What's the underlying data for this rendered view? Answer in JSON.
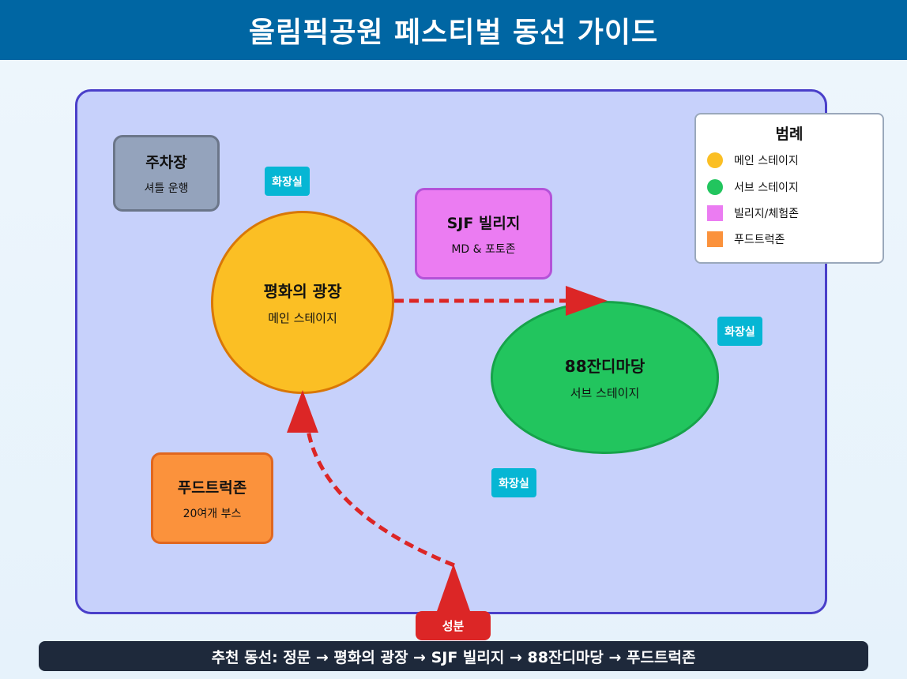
{
  "header": {
    "title": "올림픽공원 페스티벌 동선 가이드"
  },
  "zones": {
    "parking": {
      "title": "주차장",
      "subtitle": "셔틀 운행"
    },
    "main_stage": {
      "title": "평화의 광장",
      "subtitle": "메인 스테이지"
    },
    "village": {
      "title": "SJF 빌리지",
      "subtitle": "MD & 포토존"
    },
    "sub_stage": {
      "title": "88잔디마당",
      "subtitle": "서브 스테이지"
    },
    "food": {
      "title": "푸드트럭존",
      "subtitle": "20여개 부스"
    }
  },
  "toilets": [
    "화장실",
    "화장실",
    "화장실"
  ],
  "legend": {
    "title": "범례",
    "items": [
      {
        "label": "메인 스테이지",
        "color": "#fbbf24",
        "shape": "circle"
      },
      {
        "label": "서브 스테이지",
        "color": "#22c55e",
        "shape": "circle"
      },
      {
        "label": "빌리지/체험존",
        "color": "#eb7cf2",
        "shape": "square"
      },
      {
        "label": "푸드트럭존",
        "color": "#fb923c",
        "shape": "square"
      }
    ]
  },
  "gate": {
    "label": "성분"
  },
  "footer": {
    "route": "추천 동선: 정문 → 평화의 광장 → SJF 빌리지 → 88잔디마당 → 푸드트럭존"
  },
  "colors": {
    "route": "#dc2626",
    "header": "#0066a3",
    "map_border": "#4a3fc9"
  }
}
